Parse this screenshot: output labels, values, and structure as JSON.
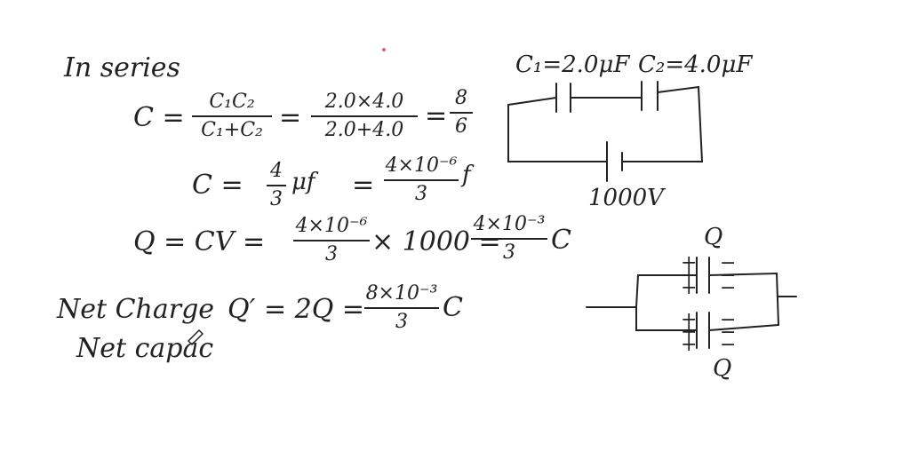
{
  "work": {
    "heading": "In series",
    "line1": {
      "lhs": "C =",
      "f1_num": "C₁C₂",
      "f1_den": "C₁+C₂",
      "eq1": "=",
      "f2_num": "2.0×4.0",
      "f2_den": "2.0+4.0",
      "eq2": "=",
      "f3_num": "8",
      "f3_den": "6"
    },
    "line2": {
      "lhs": "C =",
      "f1_num": "4",
      "f1_den": "3",
      "unit1": "μf",
      "eq": "=",
      "f2_num": "4×10⁻⁶",
      "f2_den": "3",
      "unit2": "f"
    },
    "line3": {
      "lhs": "Q = CV =",
      "f1_num": "4×10⁻⁶",
      "f1_den": "3",
      "times": "× 1000 =",
      "f2_num": "4×10⁻³",
      "f2_den": "3",
      "unit": "C"
    },
    "line4": {
      "label": "Net Charge",
      "expr": "Q′ = 2Q =",
      "f_num": "8×10⁻³",
      "f_den": "3",
      "unit": "C"
    },
    "line5": {
      "label": "Net capac"
    }
  },
  "diagrams": {
    "series": {
      "c1_label": "C₁=2.0μF",
      "c2_label": "C₂=4.0μF",
      "battery_label": "1000V"
    },
    "parallel": {
      "top_label": "Q",
      "bottom_label": "Q",
      "plus_sign": "+",
      "minus_sign": "−"
    }
  },
  "colors": {
    "ink": "#222222",
    "background": "#ffffff",
    "pen_dot": "#e0607e"
  }
}
